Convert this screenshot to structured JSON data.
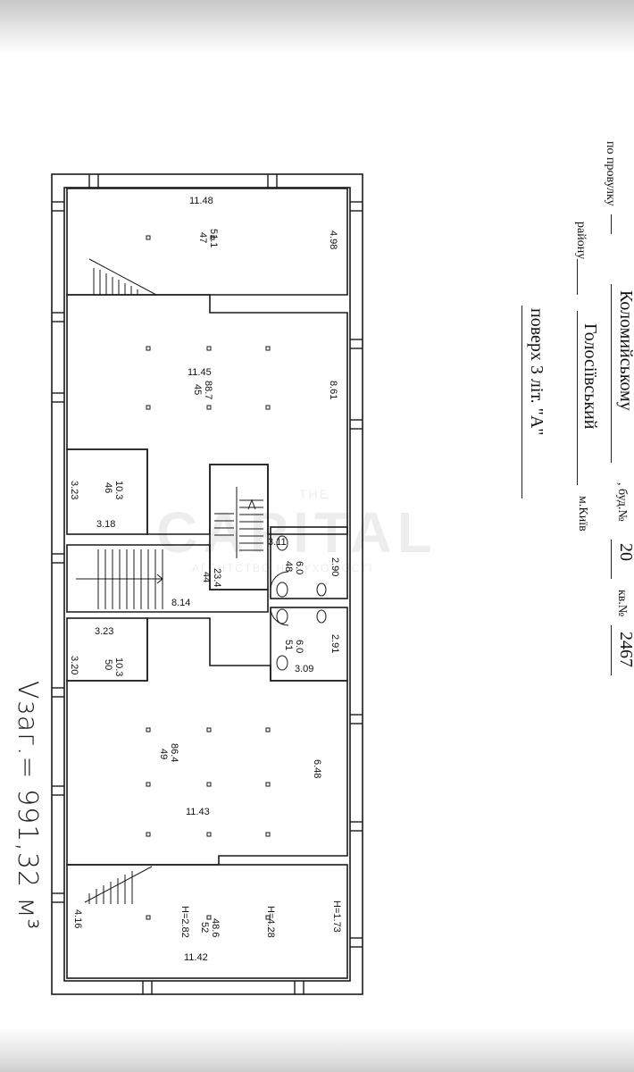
{
  "header": {
    "street_label": "по провулку",
    "street_name": "Коломийському",
    "building_label": ", буд.№",
    "building_number": "20",
    "registry_label": "кв.№",
    "registry_number": "2467",
    "district_name": "Голосіївський",
    "district_label": "району",
    "city": "м.Київ",
    "floor_line": "поверх 3 літ. \"А\""
  },
  "watermark": {
    "small": "THE",
    "big": "CAPITAL",
    "sub": "АГЕНТСТВО НЕРУХОМОСТІ"
  },
  "handwriting": {
    "volume_note": "Vзаг.= 991,32 м³"
  },
  "rooms": [
    {
      "id": "47",
      "area": "51.1"
    },
    {
      "id": "45",
      "area": "88.7"
    },
    {
      "id": "46",
      "area": "10.3"
    },
    {
      "id": "48",
      "area": "6.0"
    },
    {
      "id": "44",
      "area": "23.4"
    },
    {
      "id": "51",
      "area": "6.0"
    },
    {
      "id": "50",
      "area": "10.3"
    },
    {
      "id": "49",
      "area": "86.4"
    },
    {
      "id": "52",
      "area": "48.6"
    }
  ],
  "dimensions": [
    "11.48",
    "4.98",
    "11.45",
    "8.61",
    "3.23",
    "3.18",
    "3.11",
    "2.90",
    "8.14",
    "3.23",
    "3.20",
    "2.91",
    "3.09",
    "6.48",
    "11.43",
    "4.16",
    "H=2.82",
    "H=4.28",
    "H=1.73",
    "11.42"
  ]
}
